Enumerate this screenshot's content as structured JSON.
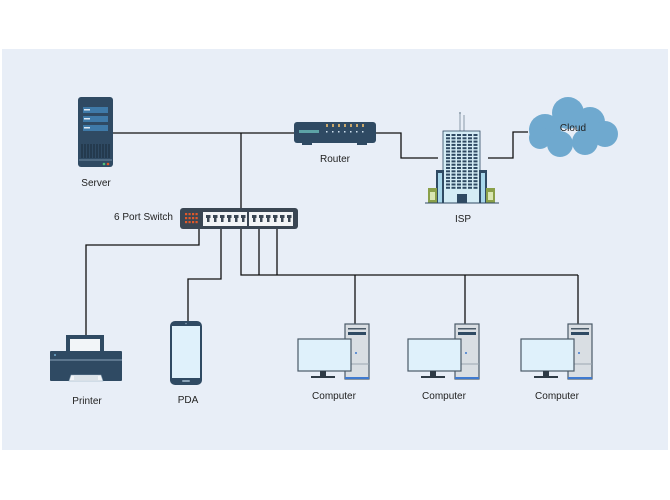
{
  "diagram": {
    "title": "Network Diagram",
    "nodes": {
      "server": {
        "label": "Server"
      },
      "router": {
        "label": "Router"
      },
      "isp": {
        "label": "ISP"
      },
      "cloud": {
        "label": "Cloud"
      },
      "switch": {
        "label": "6 Port Switch"
      },
      "printer": {
        "label": "Printer"
      },
      "pda": {
        "label": "PDA"
      },
      "computer1": {
        "label": "Computer"
      },
      "computer2": {
        "label": "Computer"
      },
      "computer3": {
        "label": "Computer"
      }
    },
    "connections": [
      {
        "from": "server",
        "to": "router"
      },
      {
        "from": "router",
        "to": "isp"
      },
      {
        "from": "isp",
        "to": "cloud"
      },
      {
        "from": "router",
        "to": "switch"
      },
      {
        "from": "switch",
        "to": "printer"
      },
      {
        "from": "switch",
        "to": "pda"
      },
      {
        "from": "switch",
        "to": "computer1"
      },
      {
        "from": "switch",
        "to": "computer2"
      },
      {
        "from": "switch",
        "to": "computer3"
      }
    ],
    "colors": {
      "background": "#e8eef7",
      "device_dark": "#2f4a63",
      "screen": "#dff1fb",
      "cloud": "#6fa9cf",
      "switch_led": "#e0582a",
      "line": "#111111"
    }
  }
}
